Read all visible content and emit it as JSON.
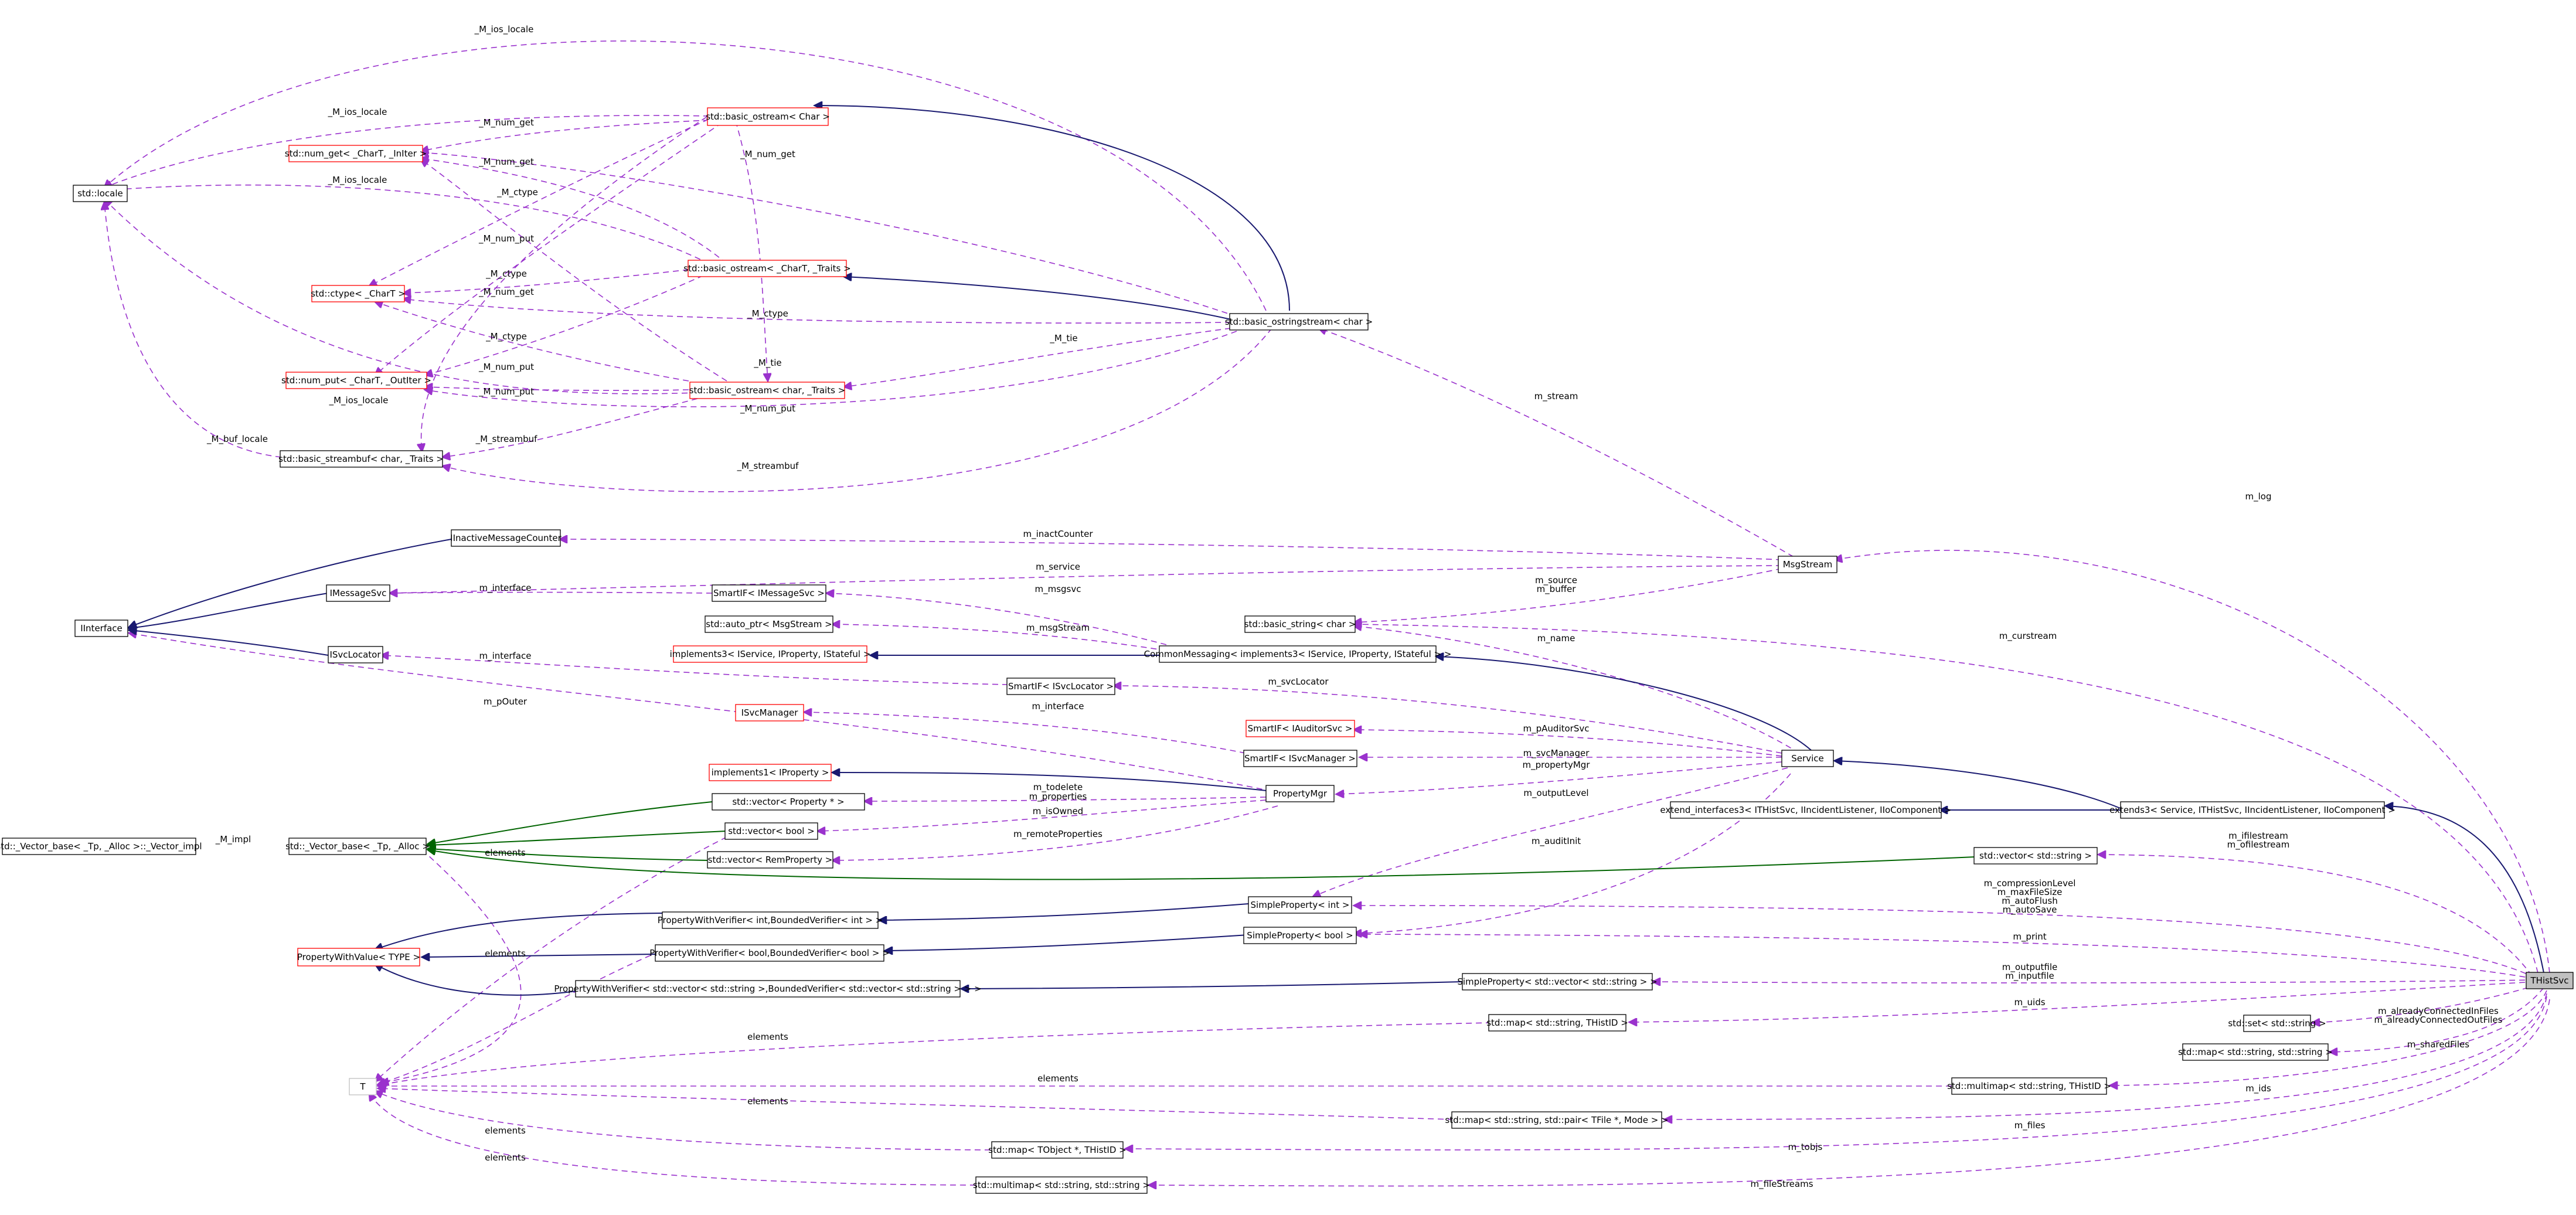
{
  "colors": {
    "usage_edge": "#9a32cd",
    "inherit_public": "#191970",
    "inherit_template": "#006400",
    "node_border": "#000000",
    "node_border_missing": "#ff0000",
    "background": "#ffffff"
  },
  "nodes": {
    "std_locale": "std::locale",
    "num_get": "std::num_get< _CharT, _InIter >",
    "basic_ostream_char": "std::basic_ostream< Char >",
    "ctype": "std::ctype< _CharT >",
    "basic_ostream_traits": "std::basic_ostream< _CharT, _Traits >",
    "num_put": "std::num_put< _CharT, _OutIter >",
    "basic_ostream_char_traits": "std::basic_ostream< char, _Traits >",
    "basic_streambuf": "std::basic_streambuf< char, _Traits >",
    "basic_ostringstream": "std::basic_ostringstream< char >",
    "inactive_counter": "IInactiveMessageCounter",
    "interface": "IInterface",
    "imessagesvc": "IMessageSvc",
    "isvclocator": "ISvcLocator",
    "smartif_imessagesvc": "SmartIF< IMessageSvc >",
    "auto_ptr_msgstream": "std::auto_ptr< MsgStream >",
    "implements3_missing": "implements3< IService, IProperty, IStateful >",
    "common_messaging": "CommonMessaging< implements3< IService, IProperty, IStateful > >",
    "basic_string": "std::basic_string< char >",
    "msgstream": "MsgStream",
    "smartif_isvclocator": "SmartIF< ISvcLocator >",
    "isvcmanager": "ISvcManager",
    "smartif_iauditorsvc": "SmartIF< IAuditorSvc >",
    "smartif_isvcmanager": "SmartIF< ISvcManager >",
    "service": "Service",
    "implements1_iproperty": "implements1< IProperty >",
    "vector_property": "std::vector< Property * >",
    "propertymgr": "PropertyMgr",
    "extend_interfaces3": "extend_interfaces3< ITHistSvc, IIncidentListener, IIoComponent >",
    "extends3": "extends3< Service, ITHistSvc, IIncidentListener, IIoComponent >",
    "vector_base_impl": "std::_Vector_base< _Tp, _Alloc >::_Vector_impl",
    "vector_base": "std::_Vector_base< _Tp, _Alloc >",
    "vector_bool": "std::vector< bool >",
    "vector_remproperty": "std::vector< RemProperty >",
    "vector_string": "std::vector< std::string >",
    "pwv_int": "PropertyWithVerifier< int,BoundedVerifier< int > >",
    "simpleproperty_int": "SimpleProperty< int >",
    "propertywithvalue": "PropertyWithValue< TYPE >",
    "pwv_bool": "PropertyWithVerifier< bool,BoundedVerifier< bool > >",
    "simpleproperty_bool": "SimpleProperty< bool >",
    "pwv_vector_string": "PropertyWithVerifier< std::vector< std::string >,BoundedVerifier< std::vector< std::string > > >",
    "simpleproperty_vector_string": "SimpleProperty< std::vector< std::string > >",
    "thistsvc": "THistSvc",
    "map_string_thistid": "std::map< std::string, THistID >",
    "set_string": "std::set< std::string >",
    "map_string_string": "std::map< std::string, std::string >",
    "T": "T",
    "multimap_string_thistid": "std::multimap< std::string, THistID >",
    "map_string_pair": "std::map< std::string, std::pair< TFile *, Mode > >",
    "map_tobject_thistid": "std::map< TObject *, THistID >",
    "multimap_string_string": "std::multimap< std::string, std::string >"
  },
  "labels": {
    "M_ios_locale": "_M_ios_locale",
    "M_num_get": "_M_num_get",
    "M_ctype": "_M_ctype",
    "M_num_put": "_M_num_put",
    "M_tie": "_M_tie",
    "M_streambuf": "_M_streambuf",
    "M_buf_locale": "_M_buf_locale",
    "M_impl": "_M_impl",
    "elements": "elements",
    "m_stream": "m_stream",
    "m_log": "m_log",
    "m_inactCounter": "m_inactCounter",
    "m_service": "m_service",
    "m_interface": "m_interface",
    "m_msgsvc": "m_msgsvc",
    "m_msgStream": "m_msgStream",
    "m_source_buffer": [
      "m_source",
      "m_buffer"
    ],
    "m_name": "m_name",
    "m_curstream": "m_curstream",
    "m_svcLocator": "m_svcLocator",
    "m_pOuter": "m_pOuter",
    "m_pAuditorSvc": "m_pAuditorSvc",
    "m_svcManager": "m_svcManager",
    "m_propertyMgr": "m_propertyMgr",
    "m_todelete_properties": [
      "m_todelete",
      "m_properties"
    ],
    "m_isOwned": "m_isOwned",
    "m_outputLevel": "m_outputLevel",
    "m_remoteProperties": "m_remoteProperties",
    "m_auditInit": "m_auditInit",
    "m_ifile_ofile": [
      "m_ifilestream",
      "m_ofilestream"
    ],
    "m_compression_group": [
      "m_compressionLevel",
      "m_maxFileSize",
      "m_autoFlush",
      "m_autoSave"
    ],
    "m_print": "m_print",
    "m_output_input": [
      "m_outputfile",
      "m_inputfile"
    ],
    "m_uids": "m_uids",
    "m_already_connected": [
      "m_alreadyConnectedInFiles",
      "m_alreadyConnectedOutFiles"
    ],
    "m_sharedFiles": "m_sharedFiles",
    "m_ids": "m_ids",
    "m_files": "m_files",
    "m_tobjs": "m_tobjs",
    "m_fileStreams": "m_fileStreams"
  }
}
